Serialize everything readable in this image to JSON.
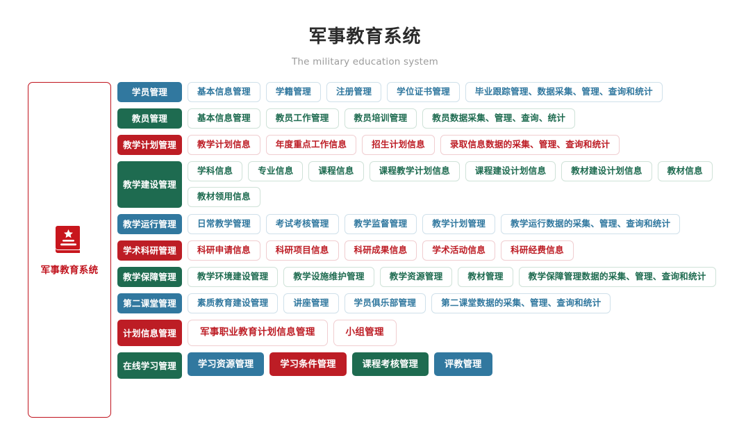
{
  "header": {
    "title": "军事教育系统",
    "subtitle": "The military education system"
  },
  "sidebar": {
    "icon": "book-star-icon",
    "label": "军事教育系统",
    "accent_color": "#c0121c"
  },
  "colors": {
    "blue": "#31789f",
    "green": "#1e6b50",
    "red": "#bd1d25",
    "background": "#ffffff",
    "title_text": "#2b2b2b",
    "subtitle_text": "#9b9b9b"
  },
  "rows": [
    {
      "category": "学员管理",
      "color": "blue",
      "style": "outline",
      "items": [
        "基本信息管理",
        "学籍管理",
        "注册管理",
        "学位证书管理",
        "毕业跟踪管理、数据采集、管理、查询和统计"
      ]
    },
    {
      "category": "教员管理",
      "color": "green",
      "style": "outline",
      "items": [
        "基本信息管理",
        "教员工作管理",
        "教员培训管理",
        "教员数据采集、管理、查询、统计"
      ]
    },
    {
      "category": "教学计划管理",
      "color": "red",
      "style": "outline",
      "items": [
        "教学计划信息",
        "年度重点工作信息",
        "招生计划信息",
        "录取信息数据的采集、管理、查询和统计"
      ]
    },
    {
      "category": "教学建设管理",
      "color": "green",
      "style": "outline",
      "tall": true,
      "items": [
        "学科信息",
        "专业信息",
        "课程信息",
        "课程教学计划信息",
        "课程建设计划信息",
        "教材建设计划信息",
        "教材信息",
        "教材领用信息"
      ]
    },
    {
      "category": "教学运行管理",
      "color": "blue",
      "style": "outline",
      "items": [
        "日常教学管理",
        "考试考核管理",
        "教学监督管理",
        "教学计划管理",
        "教学运行数据的采集、管理、查询和统计"
      ]
    },
    {
      "category": "学术科研管理",
      "color": "red",
      "style": "outline",
      "items": [
        "科研申请信息",
        "科研项目信息",
        "科研成果信息",
        "学术活动信息",
        "科研经费信息"
      ]
    },
    {
      "category": "教学保障管理",
      "color": "green",
      "style": "outline",
      "items": [
        "教学环境建设管理",
        "教学设施维护管理",
        "教学资源管理",
        "教材管理",
        "教学保障管理数据的采集、管理、查询和统计"
      ]
    },
    {
      "category": "第二课堂管理",
      "color": "blue",
      "style": "outline",
      "items": [
        "素质教育建设管理",
        "讲座管理",
        "学员俱乐部管理",
        "第二课堂数据的采集、管理、查询和统计"
      ]
    },
    {
      "category": "计划信息管理",
      "color": "red",
      "style": "outline-big",
      "items": [
        "军事职业教育计划信息管理",
        "小组管理"
      ]
    },
    {
      "category": "在线学习管理",
      "color": "green",
      "style": "filled",
      "items": [
        {
          "label": "学习资源管理",
          "color": "blue"
        },
        {
          "label": "学习条件管理",
          "color": "red"
        },
        {
          "label": "课程考核管理",
          "color": "green"
        },
        {
          "label": "评教管理",
          "color": "blue"
        }
      ]
    }
  ]
}
